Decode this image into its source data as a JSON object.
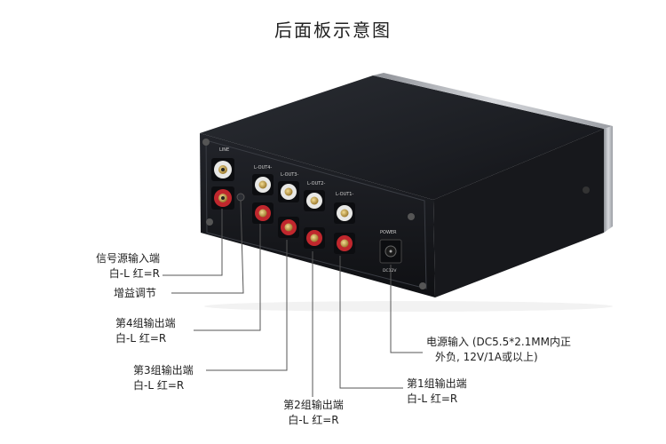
{
  "title": "后面板示意图",
  "panel_marks": {
    "input": "LINE",
    "out4": "L-OUT4-",
    "out3": "L-OUT3-",
    "out2": "L-OUT2-",
    "out1": "L-OUT1-",
    "power": "POWER",
    "dc_spec": "DC12V"
  },
  "callouts": {
    "input": {
      "line1": "信号源输入端",
      "line2": "白-L  红=R"
    },
    "gain": {
      "line1": "增益调节"
    },
    "out4": {
      "line1": "第4组输出端",
      "line2": "白-L  红=R"
    },
    "out3": {
      "line1": "第3组输出端",
      "line2": "白-L  红=R"
    },
    "out2": {
      "line1": "第2组输出端",
      "line2": "白-L  红=R"
    },
    "out1": {
      "line1": "第1组输出端",
      "line2": "白-L  红=R"
    },
    "power": {
      "line1": "电源输入 (DC5.5*2.1MM内正",
      "line2": "外负, 12V/1A或以上)"
    }
  },
  "colors": {
    "chassis": "#1b1d22",
    "silver": "#b9bcc2",
    "rca_white": "#e8e8e6",
    "rca_red": "#c0272d",
    "gold": "#c9a44c"
  }
}
